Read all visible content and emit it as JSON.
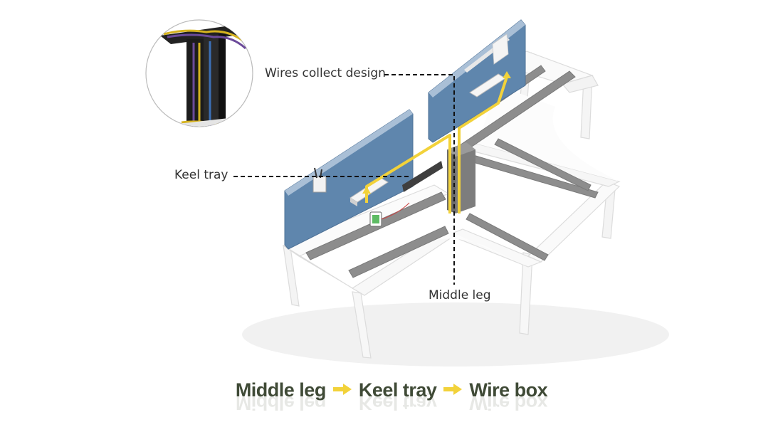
{
  "callouts": {
    "wires_collect": "Wires collect design",
    "keel_tray": "Keel tray",
    "middle_leg": "Middle leg"
  },
  "flow": {
    "steps": [
      "Middle leg",
      "Keel tray",
      "Wire box"
    ],
    "arrow_color": "#f2d23a",
    "text_color": "#3f4a36"
  },
  "colors": {
    "panel": "#5f86ad",
    "frame": "#f5f5f5",
    "beam": "#8a8a8a",
    "wire_path": "#f2d23a",
    "leg": "#6b6b6b"
  },
  "icons": {
    "inset": "cable-management-inset-image",
    "arrow": "right-arrow-icon",
    "phone": "phone-icon",
    "pen_holder": "pen-holder-icon"
  }
}
